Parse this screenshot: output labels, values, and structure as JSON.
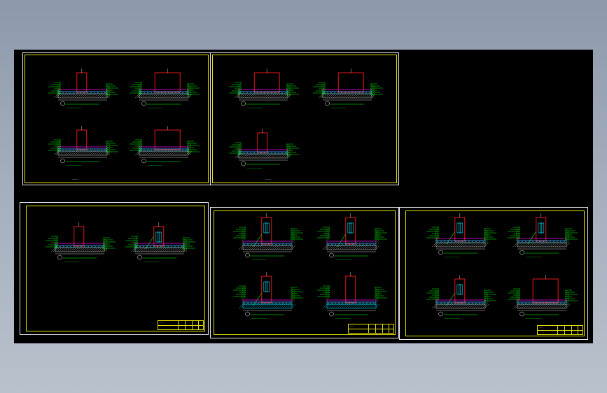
{
  "drawing": {
    "sheets": [
      {
        "id": "s1",
        "title": "————",
        "details": [
          {
            "caption": "————————",
            "style": "a"
          },
          {
            "caption": "————————",
            "style": "b"
          },
          {
            "caption": "————————",
            "style": "c"
          },
          {
            "caption": "————————",
            "style": "d"
          }
        ]
      },
      {
        "id": "s2",
        "title": "————",
        "details": [
          {
            "caption": "————————",
            "style": "b"
          },
          {
            "caption": "————————",
            "style": "b"
          },
          {
            "caption": "————————",
            "style": "c"
          }
        ]
      },
      {
        "id": "s3",
        "title": "",
        "details": [
          {
            "caption": "————————",
            "style": "a"
          },
          {
            "caption": "————————",
            "style": "e"
          }
        ],
        "title_block": "———"
      },
      {
        "id": "s4",
        "title": "",
        "details": [
          {
            "caption": "————————",
            "style": "f"
          },
          {
            "caption": "————————",
            "style": "e"
          },
          {
            "caption": "————————",
            "style": "g"
          },
          {
            "caption": "————————",
            "style": "h"
          }
        ],
        "title_block": "———"
      },
      {
        "id": "s5",
        "title": "",
        "details": [
          {
            "caption": "————————",
            "style": "f"
          },
          {
            "caption": "————————",
            "style": "e"
          },
          {
            "caption": "————————",
            "style": "f"
          },
          {
            "caption": "————————",
            "style": "b"
          }
        ],
        "title_block": "———"
      }
    ],
    "colors": {
      "background": "#000000",
      "sheet_border": "#e8e8e8",
      "frame": "#e3e000",
      "wall": "#ff1a1a",
      "leader": "#00ff00",
      "layer_magenta": "#ff00ff",
      "layer_cyan": "#00e5ff",
      "hatch": "#c8c8c8",
      "accent": "#ffffff"
    }
  }
}
